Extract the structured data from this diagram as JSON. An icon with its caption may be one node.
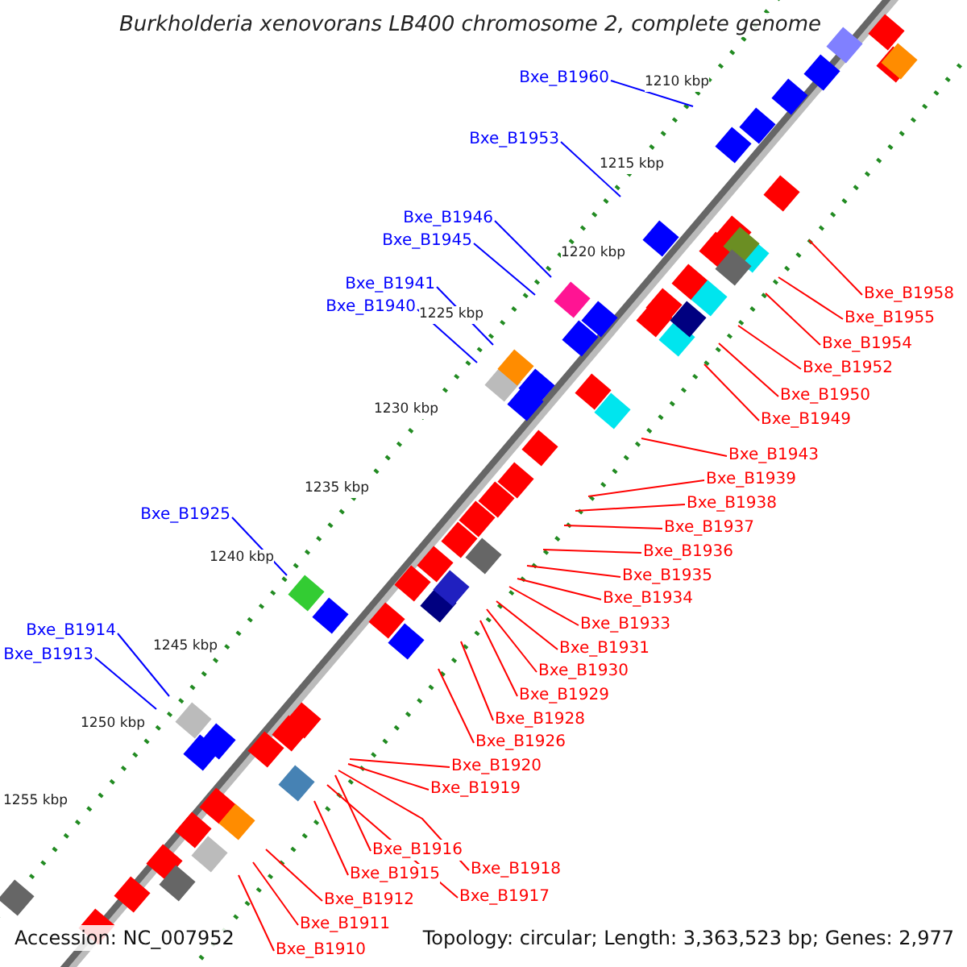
{
  "diagram": {
    "title": "Burkholderia xenovorans LB400 chromosome 2, complete genome",
    "nodes": [
      {
        "text": [
          "Bxe_B1960"
        ]
      },
      {
        "text": [
          "Bxe_B1953"
        ]
      },
      {
        "text": [
          "Bxe_B1946"
        ]
      },
      {
        "text": [
          "Bxe_B1945"
        ]
      },
      {
        "text": [
          "Bxe_B1941"
        ]
      },
      {
        "text": [
          "Bxe_B1940"
        ]
      },
      {
        "text": [
          "Bxe_B1925"
        ]
      },
      {
        "text": [
          "Bxe_B1914"
        ]
      },
      {
        "text": [
          "Bxe_B1913"
        ]
      },
      {
        "text": [
          "Bxe_B1958"
        ]
      },
      {
        "text": [
          "Bxe_B1955"
        ]
      },
      {
        "text": [
          "Bxe_B1954"
        ]
      },
      {
        "text": [
          "Bxe_B1952"
        ]
      },
      {
        "text": [
          "Bxe_B1950"
        ]
      },
      {
        "text": [
          "Bxe_B1949"
        ]
      },
      {
        "text": [
          "Bxe_B1943"
        ]
      },
      {
        "text": [
          "Bxe_B1939"
        ]
      },
      {
        "text": [
          "Bxe_B1938"
        ]
      },
      {
        "text": [
          "Bxe_B1937"
        ]
      },
      {
        "text": [
          "Bxe_B1936"
        ]
      },
      {
        "text": [
          "Bxe_B1935"
        ]
      },
      {
        "text": [
          "Bxe_B1934"
        ]
      },
      {
        "text": [
          "Bxe_B1933"
        ]
      },
      {
        "text": [
          "Bxe_B1931"
        ]
      },
      {
        "text": [
          "Bxe_B1930"
        ]
      },
      {
        "text": [
          "Bxe_B1929"
        ]
      },
      {
        "text": [
          "Bxe_B1928"
        ]
      },
      {
        "text": [
          "Bxe_B1926"
        ]
      },
      {
        "text": [
          "Bxe_B1920"
        ]
      },
      {
        "text": [
          "Bxe_B1919"
        ]
      },
      {
        "text": [
          "Bxe_B1916"
        ]
      },
      {
        "text": [
          "Bxe_B1918"
        ]
      },
      {
        "text": [
          "Bxe_B1915"
        ]
      },
      {
        "text": [
          "Bxe_B1917"
        ]
      },
      {
        "text": [
          "Bxe_B1912"
        ]
      },
      {
        "text": [
          "Bxe_B1911"
        ]
      },
      {
        "text": [
          "Bxe_B1910"
        ]
      }
    ],
    "edges": [
      {
        "from": 0,
        "to": null,
        "arrow": "none",
        "color": "#0000ff"
      },
      {
        "from": 1,
        "to": null,
        "arrow": "none",
        "color": "#0000ff"
      },
      {
        "from": 2,
        "to": null,
        "arrow": "none",
        "color": "#0000ff"
      },
      {
        "from": 3,
        "to": null,
        "arrow": "none",
        "color": "#0000ff"
      },
      {
        "from": 4,
        "to": null,
        "arrow": "none",
        "color": "#0000ff"
      },
      {
        "from": 5,
        "to": null,
        "arrow": "none",
        "color": "#0000ff"
      },
      {
        "from": 6,
        "to": null,
        "arrow": "none",
        "color": "#0000ff"
      },
      {
        "from": 7,
        "to": null,
        "arrow": "none",
        "color": "#0000ff"
      },
      {
        "from": 8,
        "to": null,
        "arrow": "none",
        "color": "#0000ff"
      },
      {
        "from": 9,
        "to": null,
        "arrow": "none"
      },
      {
        "from": 10,
        "to": null,
        "arrow": "none"
      },
      {
        "from": 11,
        "to": null,
        "arrow": "none"
      },
      {
        "from": 12,
        "to": null,
        "arrow": "none"
      },
      {
        "from": 13,
        "to": null,
        "arrow": "none"
      },
      {
        "from": 14,
        "to": null,
        "arrow": "none"
      },
      {
        "from": 15,
        "to": null,
        "arrow": "none"
      },
      {
        "from": 16,
        "to": null,
        "arrow": "none"
      },
      {
        "from": 17,
        "to": null,
        "arrow": "none"
      },
      {
        "from": 18,
        "to": null,
        "arrow": "none"
      },
      {
        "from": 19,
        "to": null,
        "arrow": "none"
      },
      {
        "from": 20,
        "to": null,
        "arrow": "none"
      },
      {
        "from": 21,
        "to": null,
        "arrow": "none"
      },
      {
        "from": 22,
        "to": null,
        "arrow": "none"
      },
      {
        "from": 23,
        "to": null,
        "arrow": "none"
      },
      {
        "from": 24,
        "to": null,
        "arrow": "none"
      },
      {
        "from": 25,
        "to": null,
        "arrow": "none"
      },
      {
        "from": 26,
        "to": null,
        "arrow": "none"
      },
      {
        "from": 27,
        "to": null,
        "arrow": "none"
      },
      {
        "from": 28,
        "to": null,
        "arrow": "none"
      },
      {
        "from": 29,
        "to": null,
        "arrow": "none"
      },
      {
        "from": 30,
        "to": null,
        "arrow": "none"
      },
      {
        "from": 31,
        "to": null,
        "arrow": "none"
      },
      {
        "from": 32,
        "to": null,
        "arrow": "none"
      },
      {
        "from": 33,
        "to": null,
        "arrow": "none"
      },
      {
        "from": 34,
        "to": null,
        "arrow": "none"
      },
      {
        "from": 35,
        "to": null,
        "arrow": "none"
      },
      {
        "from": 36,
        "to": null,
        "arrow": "none"
      }
    ],
    "labels": [
      "1210 kbp",
      "1215 kbp",
      "1220 kbp",
      "1225 kbp",
      "1230 kbp",
      "1235 kbp",
      "1240 kbp",
      "1245 kbp",
      "1250 kbp",
      "1255 kbp",
      "Accession: NC_007952",
      "Topology: circular; Length: 3,363,523 bp; Genes: 2,977"
    ]
  }
}
